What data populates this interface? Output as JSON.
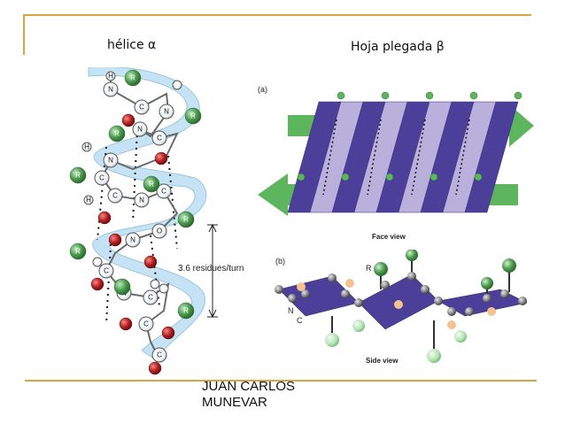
{
  "slide": {
    "title_left": "hélice α",
    "title_right": "Hoja plegada β",
    "author_line1": "JUAN CARLOS",
    "author_line2": "MUNEVAR"
  },
  "helix": {
    "atom_labels": [
      "H",
      "N",
      "R",
      "C",
      "O"
    ],
    "annotation": "3.6 residues/turn",
    "colors": {
      "ribbon": "#bfe1f3",
      "r_group": "#4a9a4c",
      "oxygen": "#b81f1f",
      "backbone": "#ffffff"
    }
  },
  "sheet": {
    "panel_a_label": "(a)",
    "panel_a_caption": "Face view",
    "panel_b_label": "(b)",
    "panel_b_caption": "Side view",
    "side_labels": {
      "r": "R",
      "n": "N",
      "c": "C"
    },
    "colors": {
      "plane_dark": "#4b3f9a",
      "plane_light": "#b9b0dc",
      "arrow": "#5db55d"
    }
  }
}
